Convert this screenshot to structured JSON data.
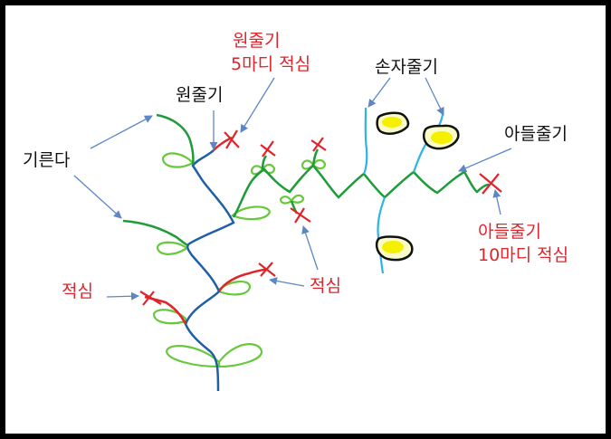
{
  "labels": {
    "main_stem": "원줄기",
    "main_stem_pinch_line1": "원줄기",
    "main_stem_pinch_line2": "5마디 적심",
    "grandson_stem": "손자줄기",
    "son_stem": "아들줄기",
    "grow": "기른다",
    "pinch_left": "적심",
    "pinch_center": "적심",
    "son_stem_pinch_line1": "아들줄기",
    "son_stem_pinch_line2": "10마디 적심"
  },
  "colors": {
    "main_stem": "#1f5fa6",
    "side_stem": "#1e9c3a",
    "grandson_stem": "#2cb4e6",
    "pinch_mark": "#e0242b",
    "arrow": "#5d86c4",
    "leaf": "#67c83a",
    "fruit_fill": "#f4f000",
    "fruit_outline": "#111111"
  }
}
